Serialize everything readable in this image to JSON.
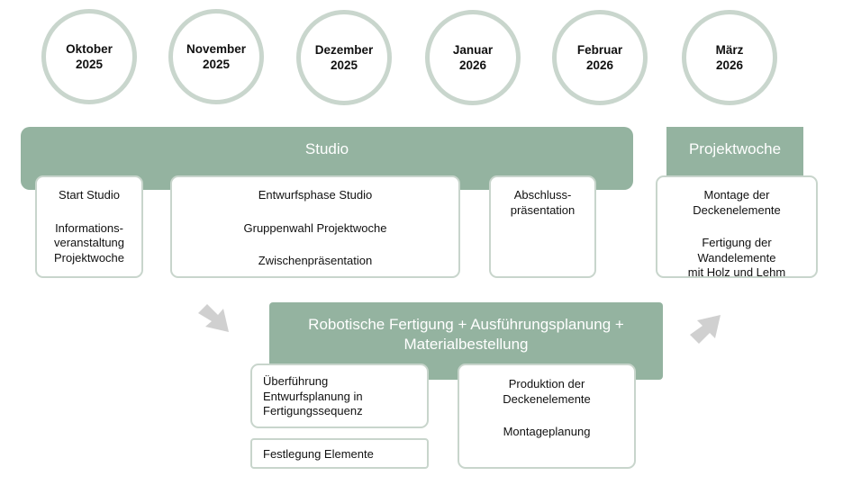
{
  "months": [
    {
      "name": "Oktober",
      "year": "2025"
    },
    {
      "name": "November",
      "year": "2025"
    },
    {
      "name": "Dezember",
      "year": "2025"
    },
    {
      "name": "Januar",
      "year": "2026"
    },
    {
      "name": "Februar",
      "year": "2026"
    },
    {
      "name": "März",
      "year": "2026"
    }
  ],
  "studio": {
    "title": "Studio",
    "card1": {
      "line1": "Start Studio",
      "line2": "Informations-",
      "line3": "veranstaltung",
      "line4": "Projektwoche"
    },
    "card2": {
      "line1": "Entwurfsphase Studio",
      "line2": "Gruppenwahl Projektwoche",
      "line3": "Zwischenpräsentation"
    },
    "card3": {
      "line1": "Abschluss-",
      "line2": "präsentation"
    }
  },
  "projektwoche": {
    "title": "Projektwoche",
    "card": {
      "line1": "Montage der",
      "line2": "Deckenelemente",
      "line3": "Fertigung der",
      "line4": "Wandelemente",
      "line5": "mit Holz und Lehm"
    }
  },
  "robotik": {
    "title_line1": "Robotische Fertigung + Ausführungsplanung +",
    "title_line2": "Materialbestellung",
    "card1": {
      "line1": "Überführung",
      "line2": "Entwurfsplanung in",
      "line3": "Fertigungssequenz"
    },
    "card2": {
      "line1": "Festlegung Elemente"
    },
    "card3": {
      "line1": "Produktion der",
      "line2": "Deckenelemente",
      "line3": "Montageplanung"
    }
  },
  "colors": {
    "accent": "#94b3a0",
    "circle_border": "#c9d6cd",
    "card_border": "#c8d5cc",
    "arrow": "#d0d0d0"
  },
  "icons": {
    "left_arrow": "arrow-down-right-icon",
    "right_arrow": "arrow-up-right-icon"
  }
}
